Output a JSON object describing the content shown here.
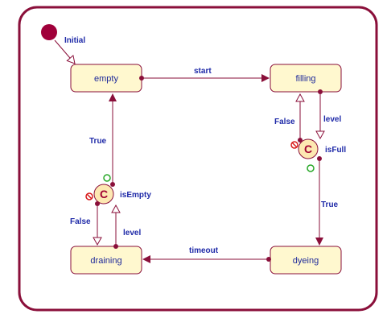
{
  "colors": {
    "frame_stroke": "#8a0f3a",
    "state_fill": "#fff8cf",
    "state_stroke": "#8a0f3a",
    "edge": "#8a0f3a",
    "label_text": "#1f2aa8",
    "condition_fill": "#fde8b2",
    "condition_text": "#a00032",
    "initial_dot": "#a0003a",
    "hint_red": "#d81b1b",
    "hint_green": "#28a828"
  },
  "diagram": {
    "initial_label": "Initial",
    "states": {
      "empty": "empty",
      "filling": "filling",
      "draining": "draining",
      "dyeing": "dyeing"
    },
    "conditions": {
      "is_full": {
        "symbol": "C",
        "label": "isFull"
      },
      "is_empty": {
        "symbol": "C",
        "label": "isEmpty"
      }
    },
    "transitions": {
      "start": "start",
      "timeout": "timeout",
      "full_false": "False",
      "full_level": "level",
      "full_true": "True",
      "empty_true": "True",
      "empty_false": "False",
      "empty_level": "level"
    }
  }
}
